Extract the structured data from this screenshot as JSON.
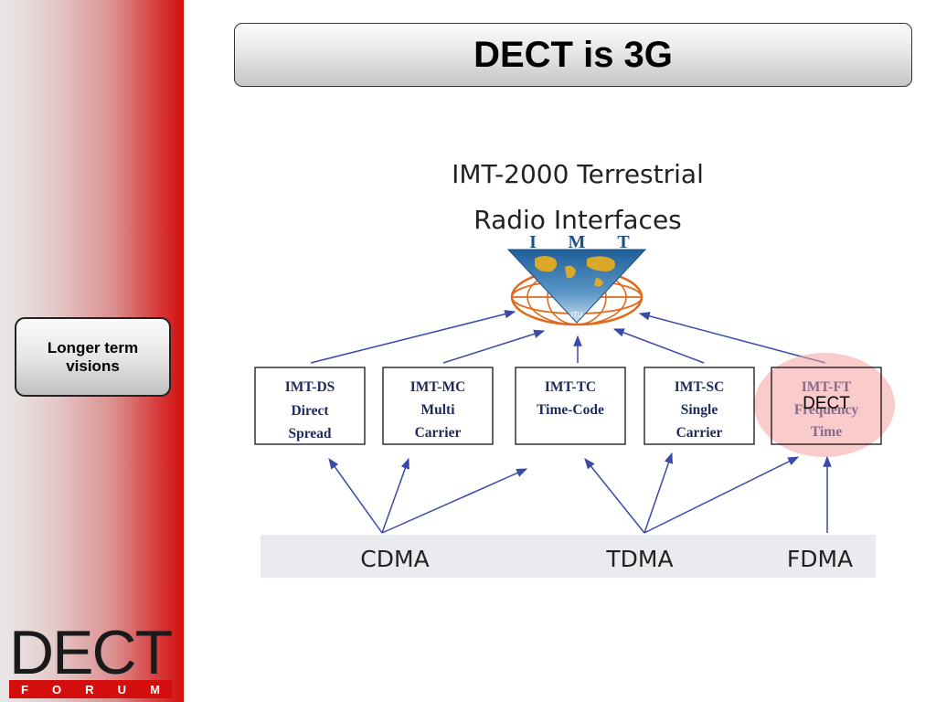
{
  "slide": {
    "title": "DECT is 3G"
  },
  "sidebar": {
    "button_line1": "Longer term",
    "button_line2": "visions",
    "logo_word": "DECT",
    "logo_letters": [
      "F",
      "O",
      "R",
      "U",
      "M"
    ]
  },
  "diagram": {
    "heading_line1": "IMT-2000 Terrestrial",
    "heading_line2": "Radio Interfaces",
    "logo_letters": [
      "I",
      "M",
      "T"
    ],
    "logo_sublabel": "ITU",
    "interfaces": [
      {
        "lines": [
          "IMT-DS",
          "Direct",
          "Spread"
        ]
      },
      {
        "lines": [
          "IMT-MC",
          "Multi",
          "Carrier"
        ]
      },
      {
        "lines": [
          "IMT-TC",
          "Time-Code"
        ]
      },
      {
        "lines": [
          "IMT-SC",
          "Single",
          "Carrier"
        ]
      },
      {
        "lines": [
          "IMT-FT",
          "Frequency",
          "Time"
        ]
      }
    ],
    "highlight_label": "DECT",
    "access_methods": [
      "CDMA",
      "TDMA",
      "FDMA"
    ],
    "colors": {
      "arrow": "#3a4aa8",
      "box_text": "#1f2a5a",
      "highlight": "#f4a0a0",
      "band": "#e9ebef"
    }
  }
}
